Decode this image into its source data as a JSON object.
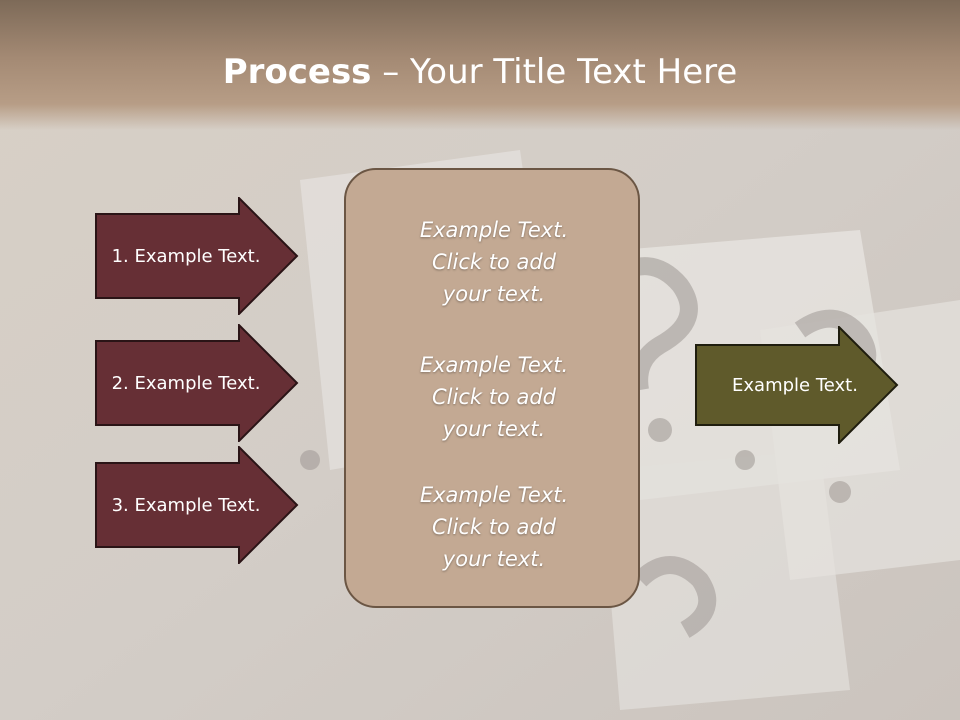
{
  "slide": {
    "title_bold": "Process",
    "title_rest": " – Your Title Text Here"
  },
  "steps": [
    {
      "label": "1. Example Text."
    },
    {
      "label": "2. Example Text."
    },
    {
      "label": "3. Example Text."
    }
  ],
  "center_box": {
    "blocks": [
      {
        "line1": "Example Text.",
        "line2": "Click  to add",
        "line3": "your text."
      },
      {
        "line1": "Example Text.",
        "line2": "Click  to add",
        "line3": "your text."
      },
      {
        "line1": "Example Text.",
        "line2": "Click  to add",
        "line3": "your text."
      }
    ]
  },
  "output": {
    "label": "Example Text."
  },
  "colors": {
    "step_arrow_fill": "#662f35",
    "output_arrow_fill": "#5f5a2b",
    "center_box_fill": "#c3a993",
    "header": "#8d7764"
  }
}
